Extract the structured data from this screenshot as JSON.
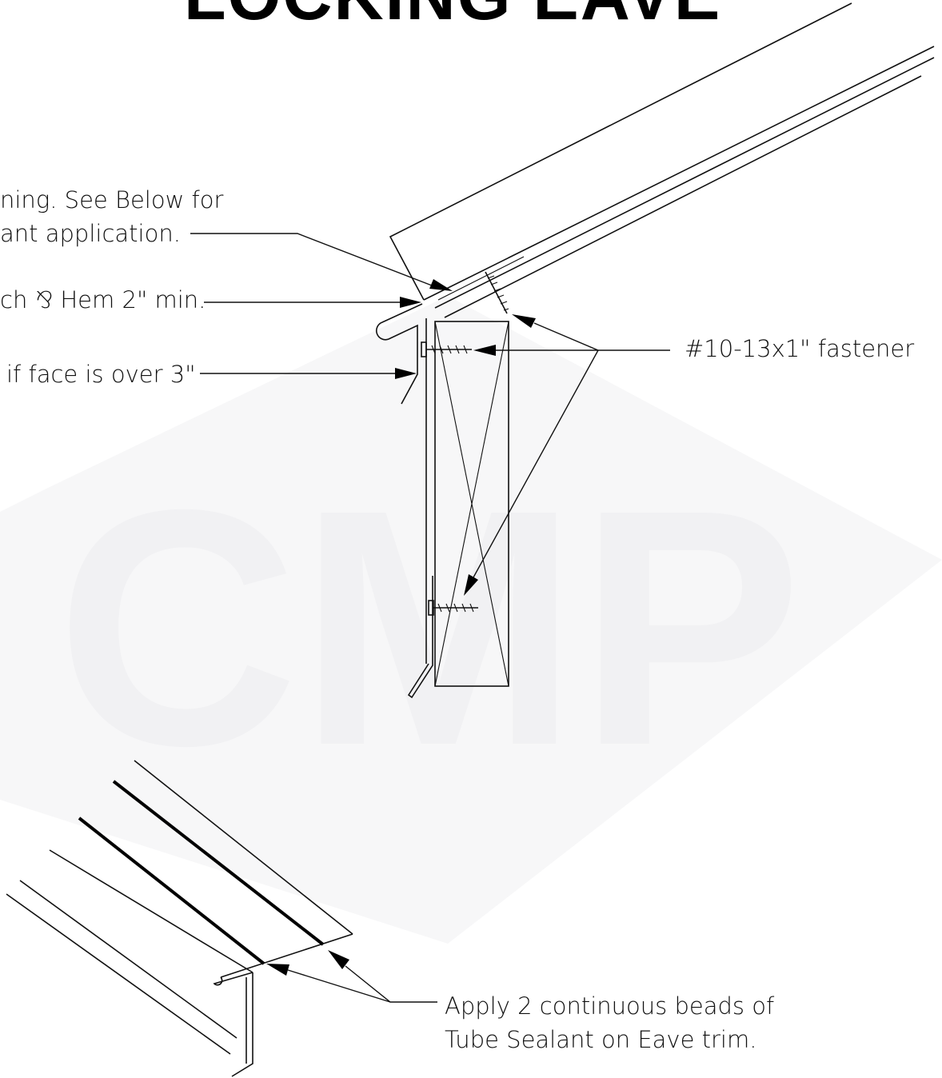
{
  "title": "LOCKING EAVE",
  "watermark": {
    "text": "CMP",
    "color": "#f1f1f3"
  },
  "callouts": {
    "sealant_above": {
      "line1": "ning. See Below for",
      "line2": "ant application."
    },
    "hem": "ch ⅋ Hem 2\" min.",
    "face": "if face is over 3\"",
    "fastener": "#10-13x1\"  fastener",
    "beads": {
      "line1": "Apply 2 continuous beads of",
      "line2": "Tube Sealant on Eave trim."
    }
  }
}
